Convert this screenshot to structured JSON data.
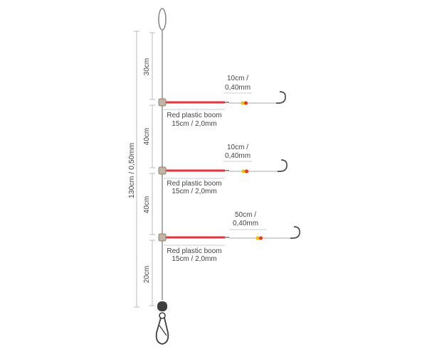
{
  "total_length": "130cm / 0,50mm",
  "segments": [
    "30cm",
    "40cm",
    "40cm",
    "20cm"
  ],
  "booms": [
    {
      "line_label_1": "10cm /",
      "line_label_2": "0,40mm",
      "boom_label_1": "Red plastic boom",
      "boom_label_2": "15cm / 2,0mm"
    },
    {
      "line_label_1": "10cm /",
      "line_label_2": "0,40mm",
      "boom_label_1": "Red plastic boom",
      "boom_label_2": "15cm / 2,0mm"
    },
    {
      "line_label_1": "50cm /",
      "line_label_2": "0,40mm",
      "boom_label_1": "Red plastic boom",
      "boom_label_2": "15cm / 2,0mm"
    }
  ],
  "colors": {
    "main_line": "#9a9a9a",
    "boom": "#e8323c",
    "bead_yellow": "#f2c200",
    "bead_red": "#e23a2c",
    "hook": "#4a4a4a",
    "dimension": "#bbbbbb",
    "text": "#444444"
  }
}
